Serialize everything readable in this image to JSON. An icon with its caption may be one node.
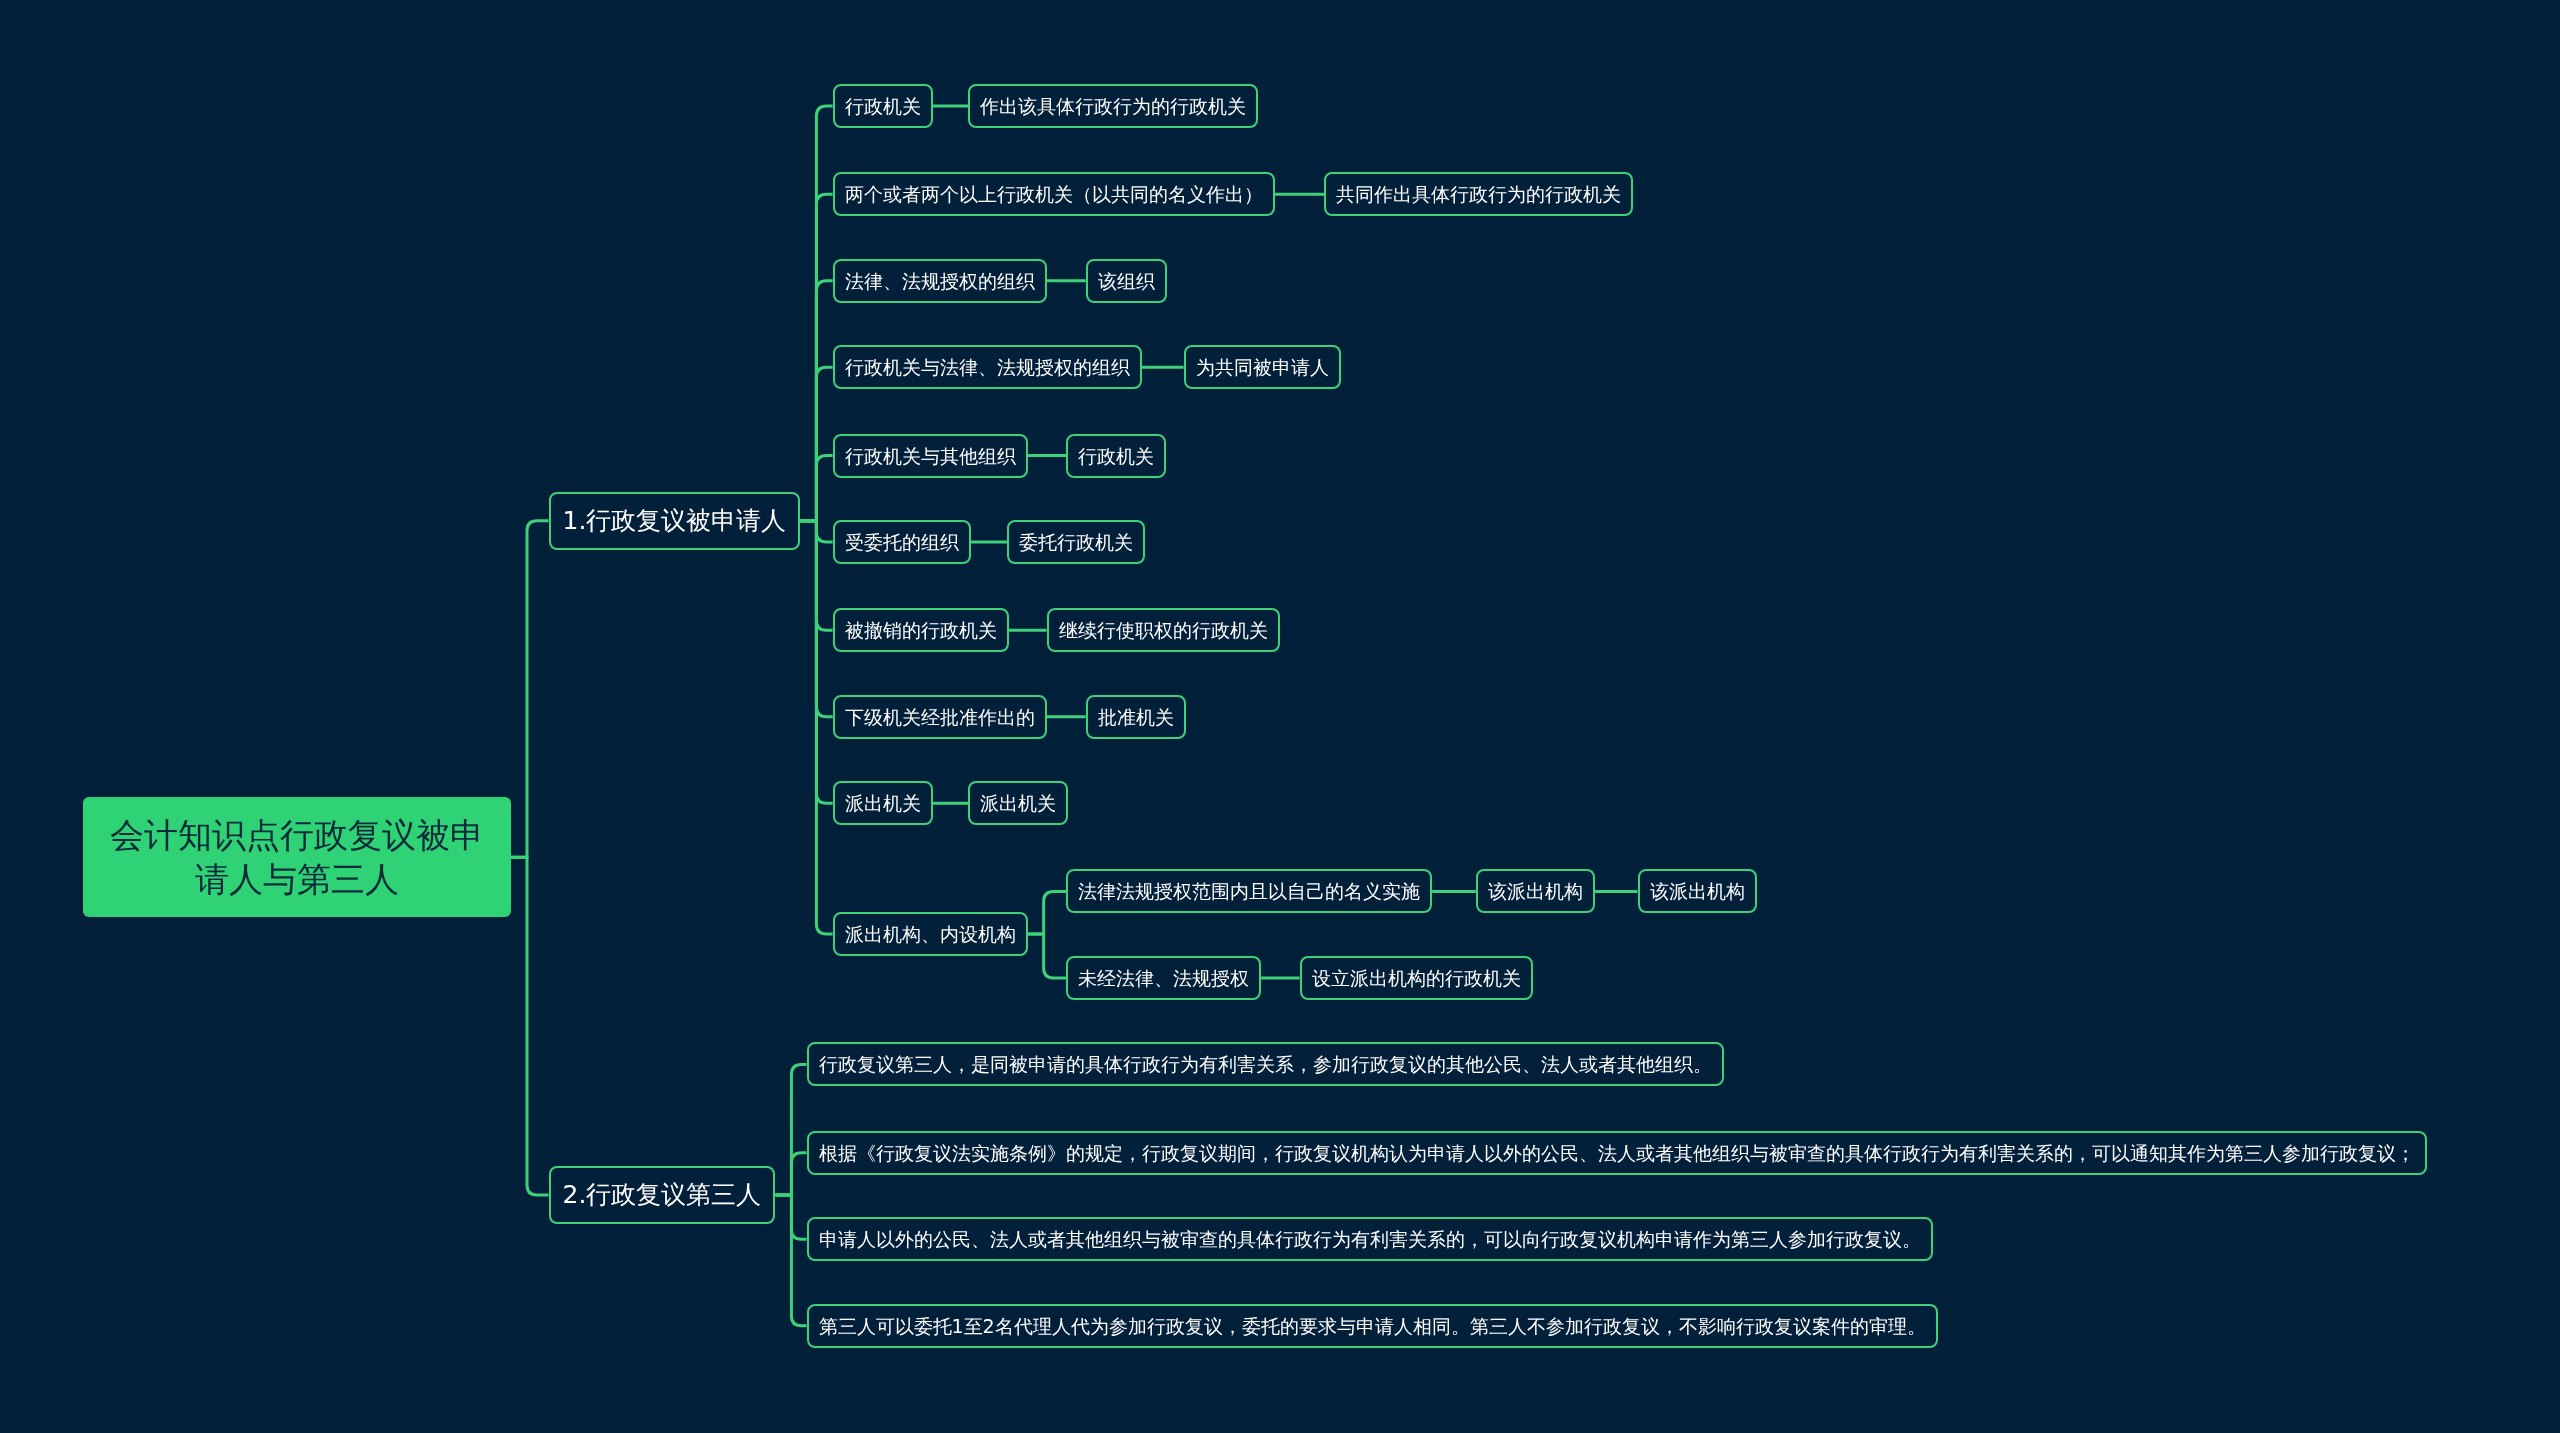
{
  "diagram": {
    "nodes": [
      {
        "text": [
          "会计知识点行政复议被申请人与第三人"
        ]
      },
      {
        "text": [
          "1.行政复议被申请人"
        ]
      },
      {
        "text": [
          "行政机关"
        ]
      },
      {
        "text": [
          "作出该具体行政行为的行政机关"
        ]
      },
      {
        "text": [
          "两个或者两个以上行政机关（以共同的名义作出）"
        ]
      },
      {
        "text": [
          "共同作出具体行政行为的行政机关"
        ]
      },
      {
        "text": [
          "法律、法规授权的组织"
        ]
      },
      {
        "text": [
          "该组织"
        ]
      },
      {
        "text": [
          "行政机关与法律、法规授权的组织"
        ]
      },
      {
        "text": [
          "为共同被申请人"
        ]
      },
      {
        "text": [
          "行政机关与其他组织"
        ]
      },
      {
        "text": [
          "行政机关"
        ]
      },
      {
        "text": [
          "受委托的组织"
        ]
      },
      {
        "text": [
          "委托行政机关"
        ]
      },
      {
        "text": [
          "被撤销的行政机关"
        ]
      },
      {
        "text": [
          "继续行使职权的行政机关"
        ]
      },
      {
        "text": [
          "下级机关经批准作出的"
        ]
      },
      {
        "text": [
          "批准机关"
        ]
      },
      {
        "text": [
          "派出机关"
        ]
      },
      {
        "text": [
          "派出机关"
        ]
      },
      {
        "text": [
          "派出机构、内设机构"
        ]
      },
      {
        "text": [
          "法律法规授权范围内且以自己的名义实施"
        ]
      },
      {
        "text": [
          "该派出机构"
        ]
      },
      {
        "text": [
          "该派出机构"
        ]
      },
      {
        "text": [
          "未经法律、法规授权"
        ]
      },
      {
        "text": [
          "设立派出机构的行政机关"
        ]
      },
      {
        "text": [
          "2.行政复议第三人"
        ]
      },
      {
        "text": [
          "行政复议第三人，是同被申请的具体行政行为有利害关系，参加行政复议的其他公民、法人或者其他组织。"
        ]
      },
      {
        "text": [
          "根据《行政复议法实施条例》的规定，行政复议期间，行政复议机构认为申请人以外的公民、法人或者其他组织与被审查的具体行政行为有利害关系的，可以通知其作为第三人参加行政复议；"
        ]
      },
      {
        "text": [
          "申请人以外的公民、法人或者其他组织与被审查的具体行政行为有利害关系的，可以向行政复议机构申请作为第三人参加行政复议。"
        ]
      },
      {
        "text": [
          "第三人可以委托1至2名代理人代为参加行政复议，委托的要求与申请人相同。第三人不参加行政复议，不影响行政复议案件的审理。"
        ]
      }
    ],
    "edges": [
      {
        "from": 0,
        "to": 1,
        "arrow": "none"
      },
      {
        "from": 1,
        "to": 2,
        "arrow": "none"
      },
      {
        "from": 2,
        "to": 3,
        "arrow": "none"
      },
      {
        "from": 1,
        "to": 4,
        "arrow": "none"
      },
      {
        "from": 4,
        "to": 5,
        "arrow": "none"
      },
      {
        "from": 1,
        "to": 6,
        "arrow": "none"
      },
      {
        "from": 6,
        "to": 7,
        "arrow": "none"
      },
      {
        "from": 1,
        "to": 8,
        "arrow": "none"
      },
      {
        "from": 8,
        "to": 9,
        "arrow": "none"
      },
      {
        "from": 1,
        "to": 10,
        "arrow": "none"
      },
      {
        "from": 10,
        "to": 11,
        "arrow": "none"
      },
      {
        "from": 1,
        "to": 12,
        "arrow": "none"
      },
      {
        "from": 12,
        "to": 13,
        "arrow": "none"
      },
      {
        "from": 1,
        "to": 14,
        "arrow": "none"
      },
      {
        "from": 14,
        "to": 15,
        "arrow": "none"
      },
      {
        "from": 1,
        "to": 16,
        "arrow": "none"
      },
      {
        "from": 16,
        "to": 17,
        "arrow": "none"
      },
      {
        "from": 1,
        "to": 18,
        "arrow": "none"
      },
      {
        "from": 18,
        "to": 19,
        "arrow": "none"
      },
      {
        "from": 1,
        "to": 20,
        "arrow": "none"
      },
      {
        "from": 20,
        "to": 21,
        "arrow": "none"
      },
      {
        "from": 21,
        "to": 22,
        "arrow": "none"
      },
      {
        "from": 22,
        "to": 23,
        "arrow": "none"
      },
      {
        "from": 20,
        "to": 24,
        "arrow": "none"
      },
      {
        "from": 24,
        "to": 25,
        "arrow": "none"
      },
      {
        "from": 0,
        "to": 26,
        "arrow": "none"
      },
      {
        "from": 26,
        "to": 27,
        "arrow": "none"
      },
      {
        "from": 26,
        "to": 28,
        "arrow": "none"
      },
      {
        "from": 26,
        "to": 29,
        "arrow": "none"
      },
      {
        "from": 26,
        "to": 30,
        "arrow": "none"
      }
    ]
  }
}
